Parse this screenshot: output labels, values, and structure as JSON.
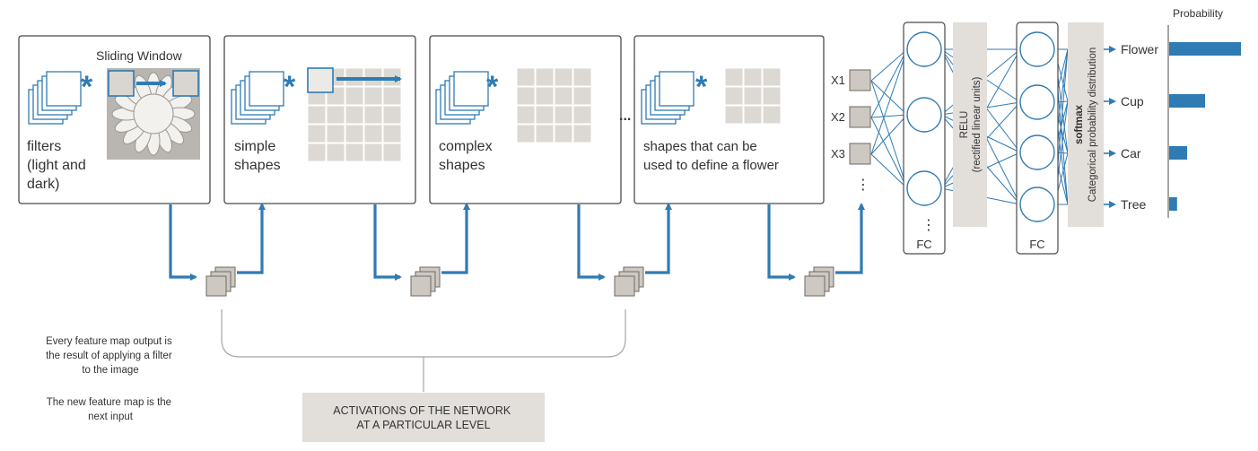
{
  "stages": [
    {
      "label_lines": [
        "filters",
        "(light and",
        "dark)"
      ],
      "title": "Sliding Window"
    },
    {
      "label_lines": [
        "simple",
        "shapes"
      ]
    },
    {
      "label_lines": [
        "complex",
        "shapes"
      ]
    },
    {
      "label_lines": [
        "shapes that can be",
        "used to define a flower"
      ]
    }
  ],
  "operator_symbol": "*",
  "ellipsis_h": "...",
  "inputs": [
    "X1",
    "X2",
    "X3"
  ],
  "ellipsis_v": "⋮",
  "layers": {
    "fc1": "FC",
    "relu_title": "RELU",
    "relu_sub": "(rectified linear units)",
    "fc2": "FC",
    "softmax_title": "softmax",
    "softmax_sub": "Categorical probability distribution"
  },
  "probability": {
    "header": "Probability",
    "classes": [
      {
        "label": "Flower",
        "value": 1.0
      },
      {
        "label": "Cup",
        "value": 0.5
      },
      {
        "label": "Car",
        "value": 0.25
      },
      {
        "label": "Tree",
        "value": 0.11
      }
    ]
  },
  "notes": [
    [
      "Every feature map output is",
      "the result of applying a filter",
      "to the image"
    ],
    [
      "The new feature map is the",
      "next input"
    ]
  ],
  "activations_label": [
    "ACTIVATIONS OF THE NETWORK",
    "AT A PARTICULAR LEVEL"
  ],
  "colors": {
    "accent": "#2f7bb4",
    "grid": "#dcd8d3",
    "panel": "#e2dfdb"
  }
}
